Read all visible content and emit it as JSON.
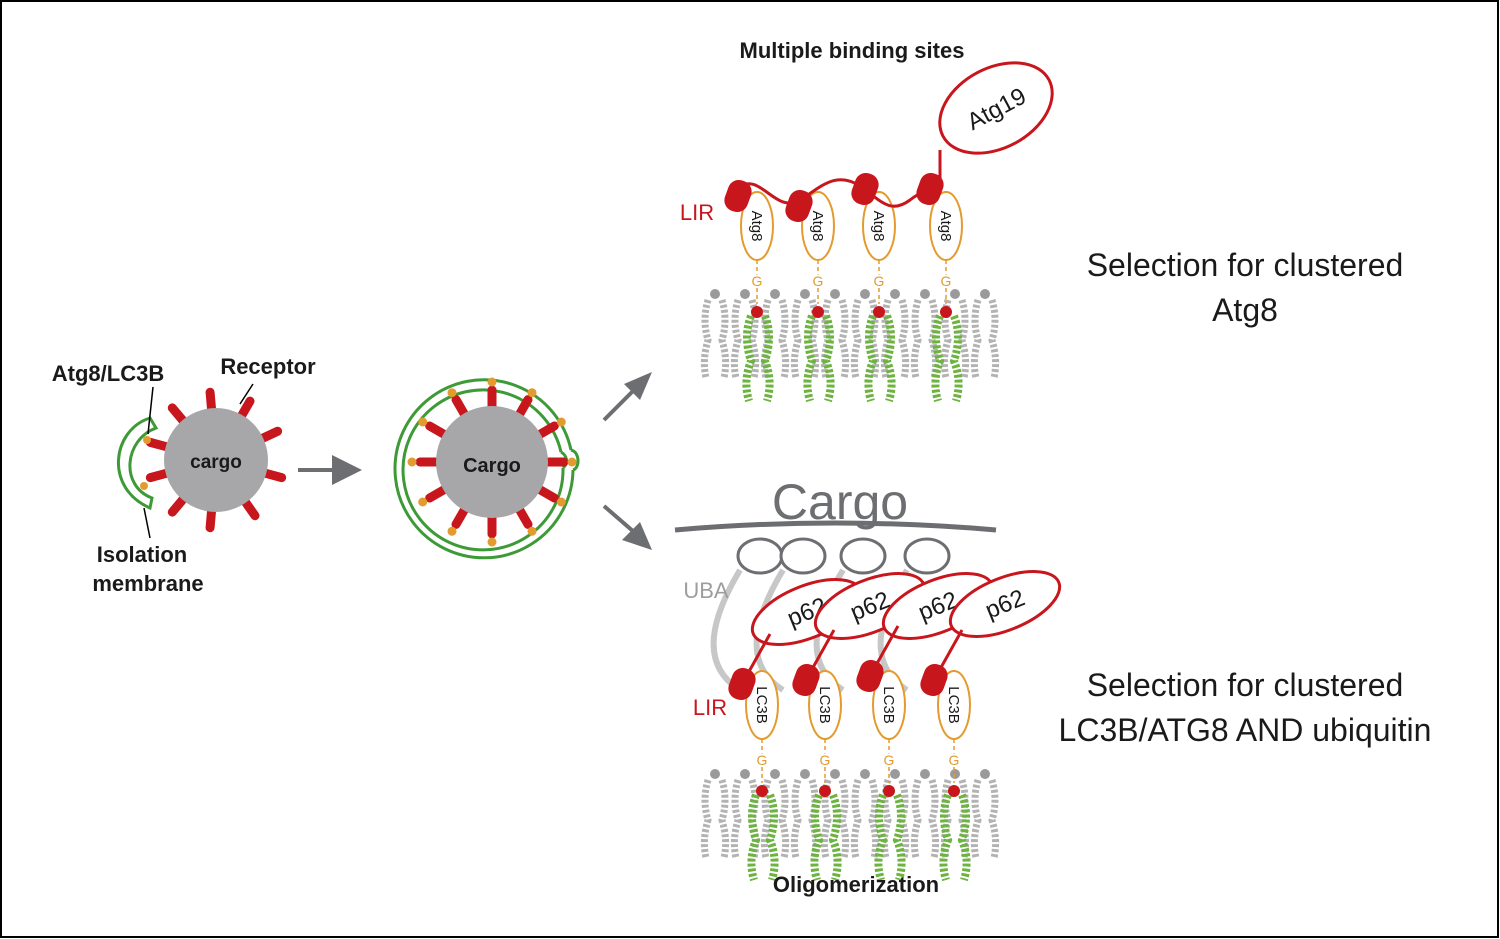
{
  "left": {
    "atg8_lc3b_label": "Atg8/LC3B",
    "receptor_label": "Receptor",
    "cargo_label": "cargo",
    "isolation_label_1": "Isolation",
    "isolation_label_2": "membrane"
  },
  "middle": {
    "cargo_label": "Cargo"
  },
  "top_panel": {
    "title": "Multiple binding sites",
    "atg19_label": "Atg19",
    "lir_label": "LIR",
    "atg8_label": "Atg8",
    "g_label": "G",
    "caption_line1": "Selection for clustered",
    "caption_line2": "Atg8"
  },
  "bottom_panel": {
    "cargo_label": "Cargo",
    "uba_label": "UBA",
    "p62_label": "p62",
    "lir_label": "LIR",
    "lc3b_label": "LC3B",
    "g_label": "G",
    "title": "Oligomerization",
    "caption_line1": "Selection for clustered",
    "caption_line2": "LC3B/ATG8 AND ubiquitin"
  },
  "colors": {
    "receptor_red": "#c8161d",
    "atg8_orange": "#e39b2f",
    "membrane_green": "#3d9a36",
    "cargo_grey": "#a7a7a9",
    "arrow_grey": "#6d6e71",
    "lipid_green": "#6cb33f",
    "lipid_grey": "#b3b3b3"
  }
}
